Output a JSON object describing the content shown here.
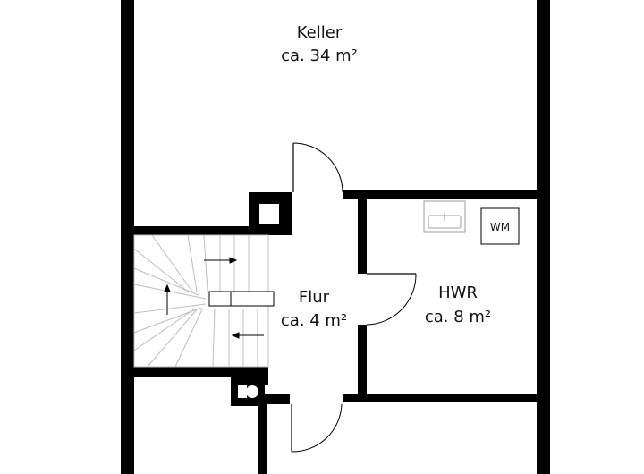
{
  "rooms": {
    "keller": {
      "name": "Keller",
      "area": "ca. 34 m²"
    },
    "flur": {
      "name": "Flur",
      "area": "ca. 4 m²"
    },
    "hwr": {
      "name": "HWR",
      "area": "ca. 8 m²"
    }
  },
  "fixtures": {
    "washing_machine": "WM"
  },
  "colors": {
    "wall": "#000000",
    "background": "#ffffff",
    "stair_lines": "#bdbdbd",
    "fixture_outline": "#9e9e9e"
  }
}
